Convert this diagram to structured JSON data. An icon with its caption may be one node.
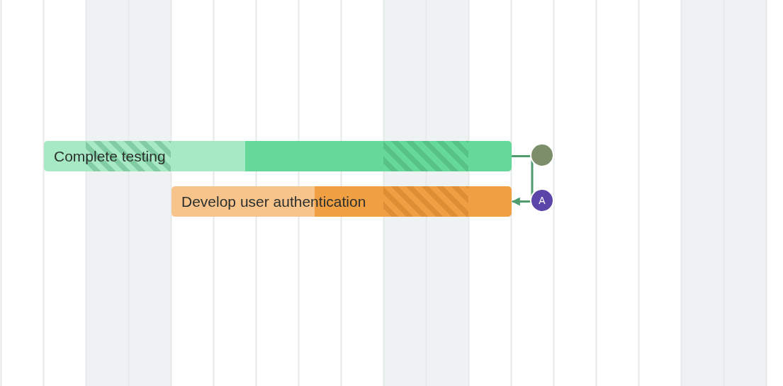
{
  "diagram": {
    "nodes": [
      {
        "text": [
          "Complete testing"
        ]
      },
      {
        "text": [
          "Develop user authentication"
        ]
      },
      {
        "text": [],
        "shape": "circle"
      },
      {
        "text": [
          "A"
        ]
      }
    ],
    "edges": [
      {
        "from": 0,
        "to": 1,
        "arrow": "to"
      }
    ]
  }
}
